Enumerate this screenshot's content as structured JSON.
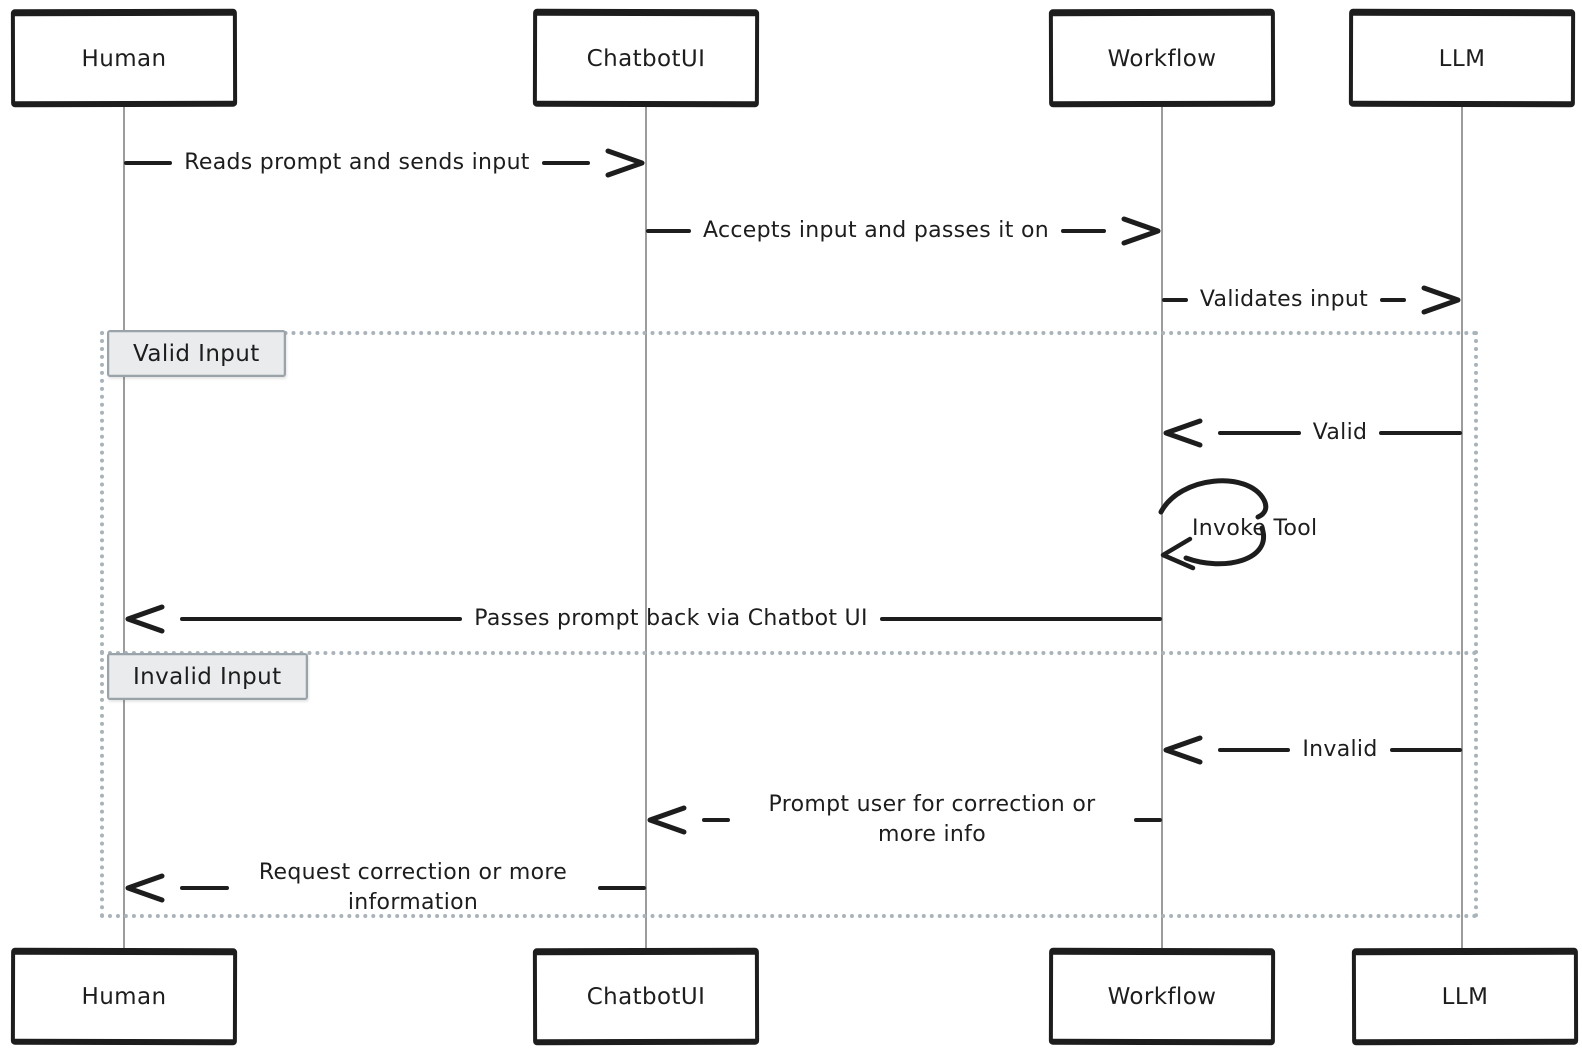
{
  "diagram": {
    "type": "sequence-diagram",
    "actors": [
      {
        "id": "human",
        "name": "Human"
      },
      {
        "id": "chatbotui",
        "name": "ChatbotUI"
      },
      {
        "id": "workflow",
        "name": "Workflow"
      },
      {
        "id": "llm",
        "name": "LLM"
      }
    ],
    "sections": [
      {
        "label": "Valid Input"
      },
      {
        "label": "Invalid Input"
      }
    ],
    "messages": [
      {
        "from": "Human",
        "to": "ChatbotUI",
        "direction": "right",
        "label": "Reads prompt and sends input"
      },
      {
        "from": "ChatbotUI",
        "to": "Workflow",
        "direction": "right",
        "label": "Accepts input and passes it on"
      },
      {
        "from": "Workflow",
        "to": "LLM",
        "direction": "right",
        "label": "Validates input"
      },
      {
        "from": "LLM",
        "to": "Workflow",
        "direction": "left",
        "section": "Valid Input",
        "label": "Valid"
      },
      {
        "from": "Workflow",
        "to": "Workflow",
        "direction": "self",
        "section": "Valid Input",
        "label": "Invoke Tool"
      },
      {
        "from": "Workflow",
        "to": "Human",
        "direction": "left",
        "section": "Valid Input",
        "label": "Passes prompt back via Chatbot UI"
      },
      {
        "from": "LLM",
        "to": "Workflow",
        "direction": "left",
        "section": "Invalid Input",
        "label": "Invalid"
      },
      {
        "from": "Workflow",
        "to": "ChatbotUI",
        "direction": "left",
        "section": "Invalid Input",
        "label": "Prompt user for correction or more info"
      },
      {
        "from": "ChatbotUI",
        "to": "Human",
        "direction": "left",
        "section": "Invalid Input",
        "label": "Request correction or more information"
      }
    ],
    "style": {
      "ink": "#1d1d1d",
      "lifeline": "#9c9c9c",
      "frame_border": "#a9b3ba",
      "section_fill": "#e9ebed",
      "section_border": "#99a3a9",
      "bg": "#ffffff"
    }
  }
}
